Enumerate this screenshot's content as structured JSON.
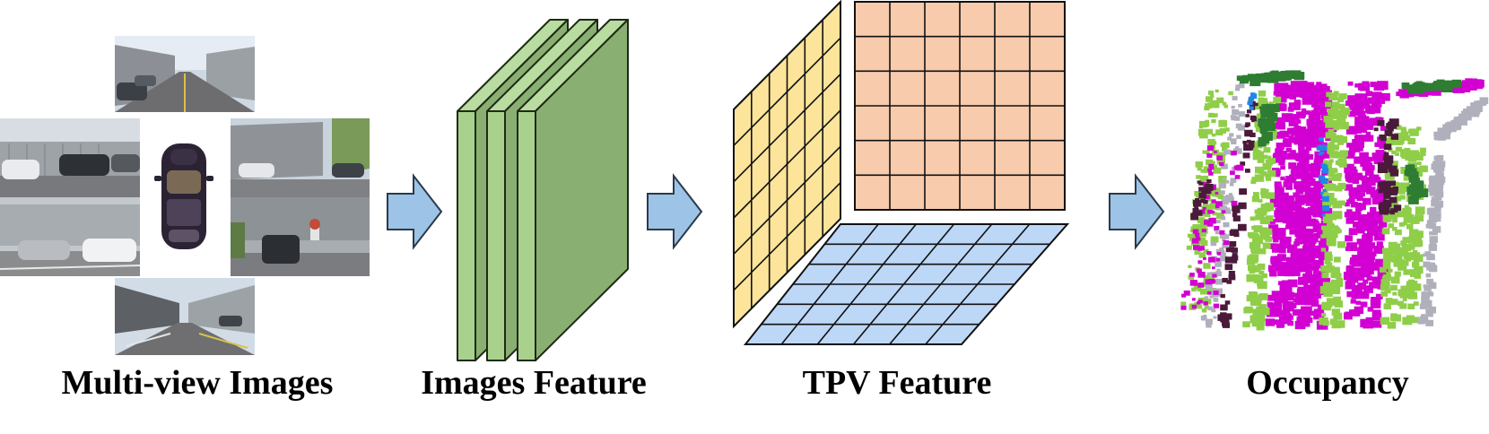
{
  "stages": [
    {
      "id": "multi-view-images",
      "label": "Multi-view Images"
    },
    {
      "id": "images-feature",
      "label": "Images Feature"
    },
    {
      "id": "tpv-feature",
      "label": "TPV Feature"
    },
    {
      "id": "occupancy",
      "label": "Occupancy"
    }
  ],
  "colors": {
    "arrow_fill": "#9dc3e6",
    "feature_front": "#a9d18e",
    "feature_side": "#8aaf73",
    "tpv_side_plane": "#fce49a",
    "tpv_back_plane": "#f8cbad",
    "tpv_ground_plane": "#bdd7f7",
    "occ_road": "#d200d2",
    "occ_vegetation": "#8fce49",
    "occ_tree": "#2e7d32",
    "occ_building": "#b0b0bc",
    "occ_dark": "#4a1a3a",
    "occ_vehicle": "#1e88e5"
  },
  "icons": [
    "right-arrow-icon",
    "car-icon"
  ]
}
